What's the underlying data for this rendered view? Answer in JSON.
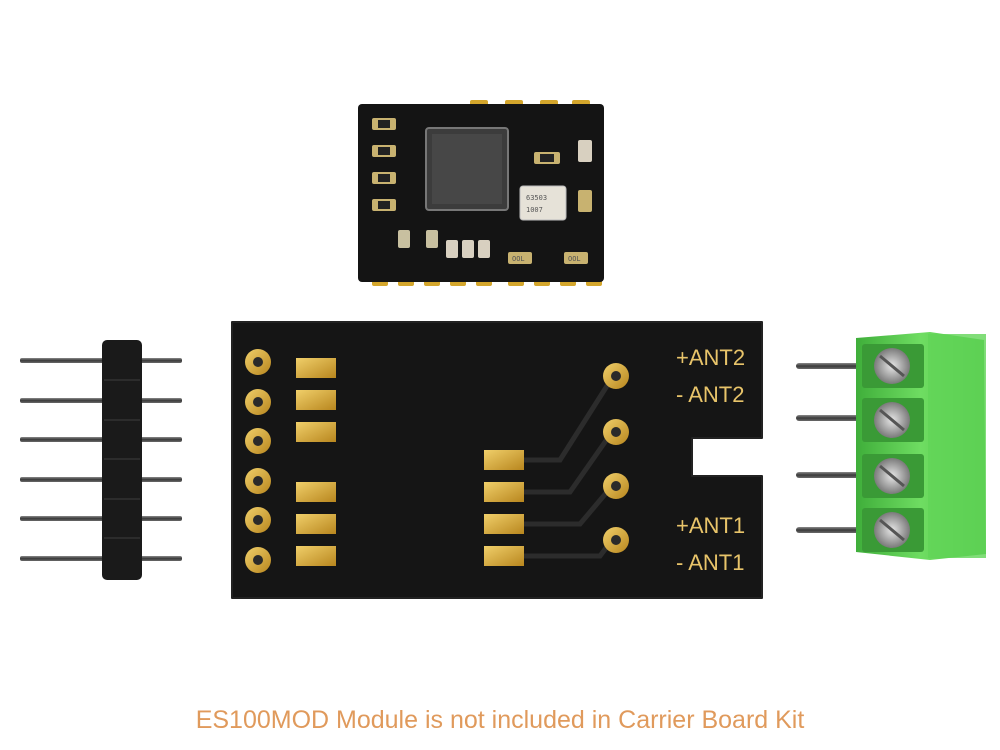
{
  "caption": "ES100MOD Module is not included in Carrier Board Kit",
  "carrier_board": {
    "labels": {
      "ant2_plus": "+ANT2",
      "ant2_minus": "- ANT2",
      "ant1_plus": "+ANT1",
      "ant1_minus": "- ANT1"
    }
  },
  "module": {
    "crystal_marking": [
      "63503",
      "1007"
    ],
    "component_markings": [
      "OOL",
      "OOL"
    ]
  },
  "colors": {
    "background": "#ffffff",
    "pcb": "#161616",
    "gold": "#d4a62c",
    "silkscreen": "#e8c46a",
    "terminal_green": "#5fcf52",
    "caption": "#e09a5c"
  },
  "objects": [
    "pin-header",
    "es100mod-module",
    "carrier-board",
    "screw-terminal-block"
  ]
}
